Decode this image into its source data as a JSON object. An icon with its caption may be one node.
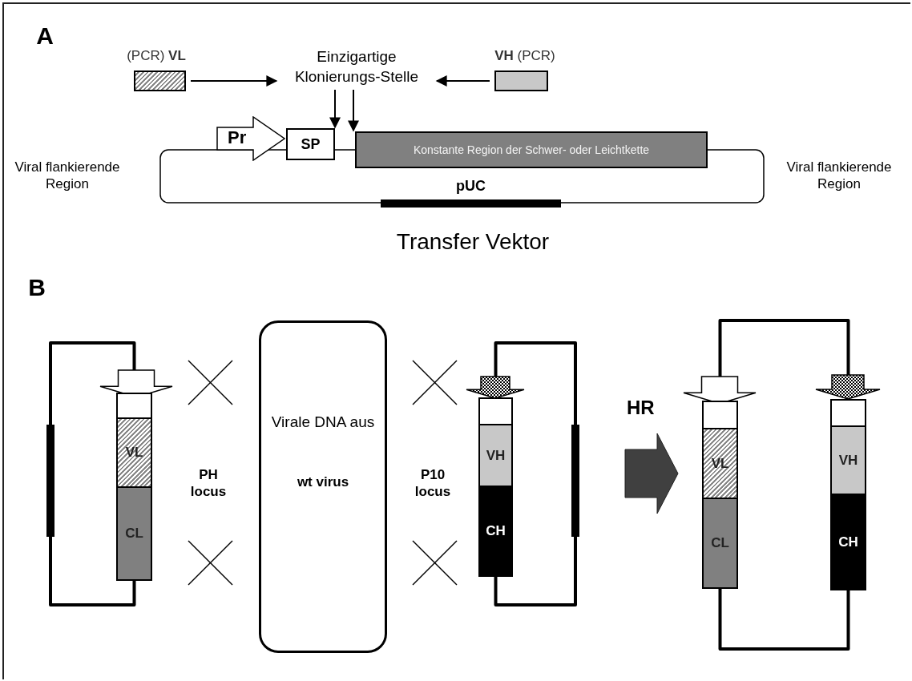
{
  "diagram": {
    "nodes": [
      {
        "text": [
          "(PCR) **VL**"
        ]
      },
      {
        "text": [
          "**VH** (PCR)"
        ]
      },
      {
        "text": [
          "Einzigartige Klonierungs-Stelle"
        ]
      },
      {
        "text": [
          "Pr"
        ]
      },
      {
        "text": [
          "SP"
        ]
      },
      {
        "text": [
          "Konstante Region der Schwer- oder Leichtkette"
        ]
      },
      {
        "text": [
          "pUC"
        ]
      },
      {
        "text": [],
        "shape": "box"
      },
      {
        "text": [
          "VL"
        ]
      },
      {
        "text": [
          "CL"
        ]
      },
      {
        "text": [
          "Virale DNA aus",
          "wt virus"
        ]
      },
      {
        "text": [],
        "shape": "box"
      },
      {
        "text": [
          "VH"
        ]
      },
      {
        "text": [
          "CH"
        ]
      },
      {
        "text": [
          "HR"
        ]
      },
      {
        "text": [],
        "shape": "box"
      },
      {
        "text": [
          "VL"
        ]
      },
      {
        "text": [
          "CL"
        ]
      },
      {
        "text": [],
        "shape": "box"
      },
      {
        "text": [
          "VH"
        ]
      },
      {
        "text": [
          "CH"
        ]
      }
    ],
    "edges": [
      {
        "from": 0,
        "to": 2,
        "arrow": "to"
      },
      {
        "from": 1,
        "to": 2,
        "arrow": "to"
      },
      {
        "from": 2,
        "to": 4,
        "arrow": "to"
      },
      {
        "from": 2,
        "to": 5,
        "arrow": "to"
      },
      {
        "from": 7,
        "to": 9,
        "arrow": "none",
        "style": "thick"
      },
      {
        "from": 11,
        "to": 13,
        "arrow": "none",
        "style": "thick"
      },
      {
        "from": 15,
        "to": 18,
        "arrow": "none",
        "style": "thick"
      },
      {
        "from": 17,
        "to": 20,
        "arrow": "none",
        "style": "thick"
      }
    ],
    "labels": [
      "A",
      "Viral flankierende Region",
      "Viral flankierende Region",
      "Transfer Vektor",
      "B",
      "PH locus",
      "P10 locus"
    ]
  }
}
